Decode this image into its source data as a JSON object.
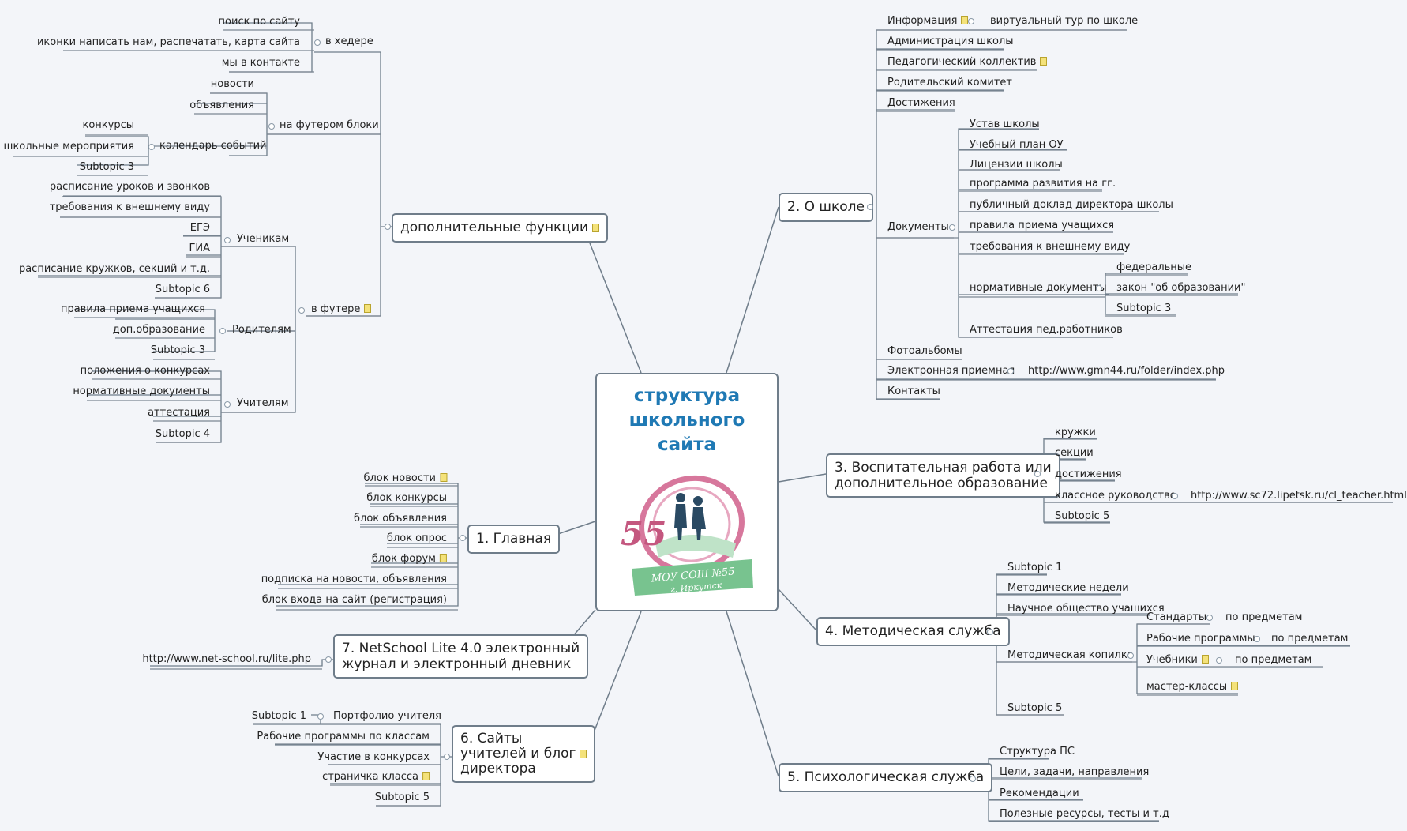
{
  "center": {
    "title": "структура школьного сайта",
    "logo_number": "55",
    "logo_line1": "МОУ СОШ №55",
    "logo_line2": "г. Иркутск"
  },
  "branches": {
    "extra": {
      "label": "дополнительные функции",
      "header": "в хедере",
      "header_items": [
        "поиск по сайту",
        "иконки написать нам, распечатать, карта сайта",
        "мы в контакте"
      ],
      "above_footer": "на футером блоки",
      "above_footer_items": [
        "новости",
        "объявления"
      ],
      "calendar": "календарь событий",
      "calendar_items": [
        "конкурсы",
        "школьные мероприятия",
        "Subtopic 3"
      ],
      "footer": "в футере",
      "students": "Ученикам",
      "students_items": [
        "расписание уроков и звонков",
        "требования к внешнему виду",
        "ЕГЭ",
        "ГИА",
        "расписание кружков, секций и т.д.",
        "Subtopic 6"
      ],
      "parents": "Родителям",
      "parents_items": [
        "правила приема учащихся",
        "доп.образование",
        "Subtopic 3"
      ],
      "teachers": "Учителям",
      "teachers_items": [
        "положения о конкурсах",
        "нормативные документы",
        "аттестация",
        "Subtopic 4"
      ]
    },
    "main": {
      "label": "1. Главная",
      "items": [
        "блок новости",
        "блок конкурсы",
        "блок объявления",
        "блок опрос",
        "блок форум",
        "подписка на новости, объявления",
        "блок входа на сайт (регистрация)"
      ]
    },
    "netschool": {
      "label_line1": "7. NetSchool Lite 4.0 электронный",
      "label_line2": "журнал и электронный дневник",
      "items": [
        "http://www.net-school.ru/lite.php"
      ]
    },
    "sites": {
      "label_line1": "6. Сайты",
      "label_line2": "учителей и блог",
      "label_line3": "директора",
      "items": [
        "Subtopic 1",
        "Рабочие программы по классам",
        "Участие в конкурсах",
        "страничка класса",
        "Subtopic 5"
      ],
      "portfolio": "Портфолио учителя"
    },
    "about": {
      "label": "2. О школе",
      "info": "Информация",
      "info_tour": "виртуальный тур по школе",
      "items_top": [
        "Администрация школы",
        "Педагогический коллектив",
        "Родительский комитет",
        "Достижения"
      ],
      "docs": "Документы",
      "docs_items": [
        "Устав школы",
        "Учебный план ОУ",
        "Лицензии школы",
        "программа развития на гг.",
        "публичный доклад директора школы",
        "правила приема учащихся",
        "требования к внешнему виду"
      ],
      "norm": "нормативные документы",
      "norm_items": [
        "федеральные",
        "закон \"об образовании\"",
        "Subtopic 3"
      ],
      "attest": "Аттестация пед.работников",
      "photo": "Фотоальбомы",
      "reception": "Электронная приемная",
      "reception_url": "http://www.gmn44.ru/folder/index.php",
      "contacts": "Контакты"
    },
    "edu": {
      "label_line1": "3. Воспитательная работа или",
      "label_line2": "дополнительное образование",
      "items": [
        "кружки",
        "секции",
        "достижения",
        "классное руководство",
        "Subtopic 5"
      ],
      "class_url": "http://www.sc72.lipetsk.ru/cl_teacher.html"
    },
    "method": {
      "label": "4. Методическая служба",
      "items": [
        "Subtopic 1",
        "Методические недели",
        "Научное общество учашихся",
        "Методическая копилка",
        "Subtopic 5"
      ],
      "bank_items": [
        "Стандарты",
        "Рабочие программы",
        "Учебники",
        "мастер-классы"
      ],
      "by_subject": "по предметам"
    },
    "psych": {
      "label": "5. Психологическая служба",
      "items": [
        "Структура ПС",
        "Цели, задачи, направления",
        "Рекомендации",
        "Полезные ресурсы, тесты и т.д"
      ]
    }
  }
}
